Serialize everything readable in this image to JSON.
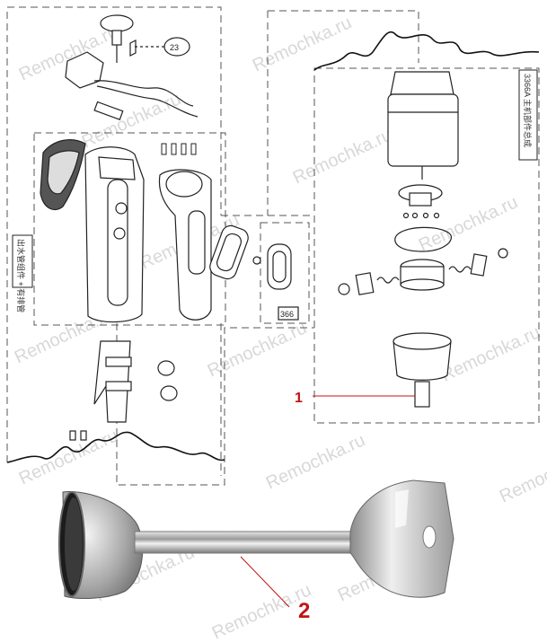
{
  "watermark": "Remochka.ru",
  "side_label_left": "出水管组件 + 有排管",
  "side_label_right": "3366A 主机部件总成",
  "cord_tag": "23",
  "small_box_label": "366",
  "callouts": [
    {
      "id": "callout-1",
      "text": "1"
    },
    {
      "id": "callout-2",
      "text": "2"
    }
  ],
  "colors": {
    "line": "#222222",
    "callout": "#c21313",
    "watermark": "#d8d8d8"
  }
}
